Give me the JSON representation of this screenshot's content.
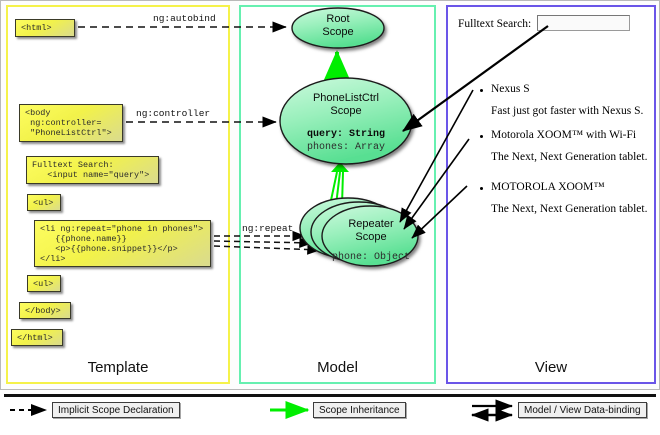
{
  "columns": [
    {
      "id": "template",
      "label": "Template",
      "accent": "#f5f24a"
    },
    {
      "id": "model",
      "label": "Model",
      "accent": "#66f0b0"
    },
    {
      "id": "view",
      "label": "View",
      "accent": "#6a55e8"
    }
  ],
  "template": {
    "boxes": [
      {
        "name": "html-open-tag",
        "text": "<html>"
      },
      {
        "name": "body-controller-tag",
        "text": "<body\n ng:controller=\n \"PhoneListCtrl\">"
      },
      {
        "name": "fulltext-search-tag",
        "text": "Fulltext Search:\n   <input name=\"query\">"
      },
      {
        "name": "ul-open-tag",
        "text": "<ul>"
      },
      {
        "name": "li-repeat-tag",
        "text": "<li ng:repeat=\"phone in phones\">\n   {{phone.name}}\n   <p>{{phone.snippet}}</p>\n</li>"
      },
      {
        "name": "ul-close-tag",
        "text": "<ul>"
      },
      {
        "name": "body-close-tag",
        "text": "</body>"
      },
      {
        "name": "html-close-tag",
        "text": "</html>"
      }
    ]
  },
  "edge_labels": {
    "autobind": "ng:autobind",
    "controller": "ng:controller",
    "repeat": "ng:repeat"
  },
  "model": {
    "root_scope": {
      "line1": "Root",
      "line2": "Scope"
    },
    "phonelist_scope": {
      "line1": "PhoneListCtrl",
      "line2": "Scope",
      "prop_bold": "query: String",
      "prop_plain": "phones: Array"
    },
    "repeater_scope": {
      "line1": "Repeater",
      "line2": "Scope",
      "prop_plain": "phone: Object"
    }
  },
  "view": {
    "search_label": "Fulltext Search:",
    "search_value": "",
    "search_placeholder": "",
    "phones": [
      {
        "name": "Nexus S",
        "snippet": "Fast just got faster with Nexus S."
      },
      {
        "name": "Motorola XOOM™  with Wi-Fi",
        "snippet": "The Next, Next Generation tablet."
      },
      {
        "name": "MOTOROLA XOOM™",
        "snippet": "The Next, Next Generation tablet."
      }
    ]
  },
  "legend": [
    {
      "name": "implicit-scope-declaration",
      "label": "Implicit Scope Declaration",
      "style": "dashed-black"
    },
    {
      "name": "scope-inheritance",
      "label": "Scope Inheritance",
      "style": "solid-green"
    },
    {
      "name": "model-view-data-binding",
      "label": "Model / View Data-binding",
      "style": "double-black"
    }
  ],
  "colors": {
    "template_accent": "#f5f24a",
    "model_accent": "#66f0b0",
    "view_accent": "#6a55e8",
    "scope_fill": "#8ef0b4",
    "inheritance_arrow": "#00ee00",
    "code_box_fill": "#f2f24a"
  }
}
